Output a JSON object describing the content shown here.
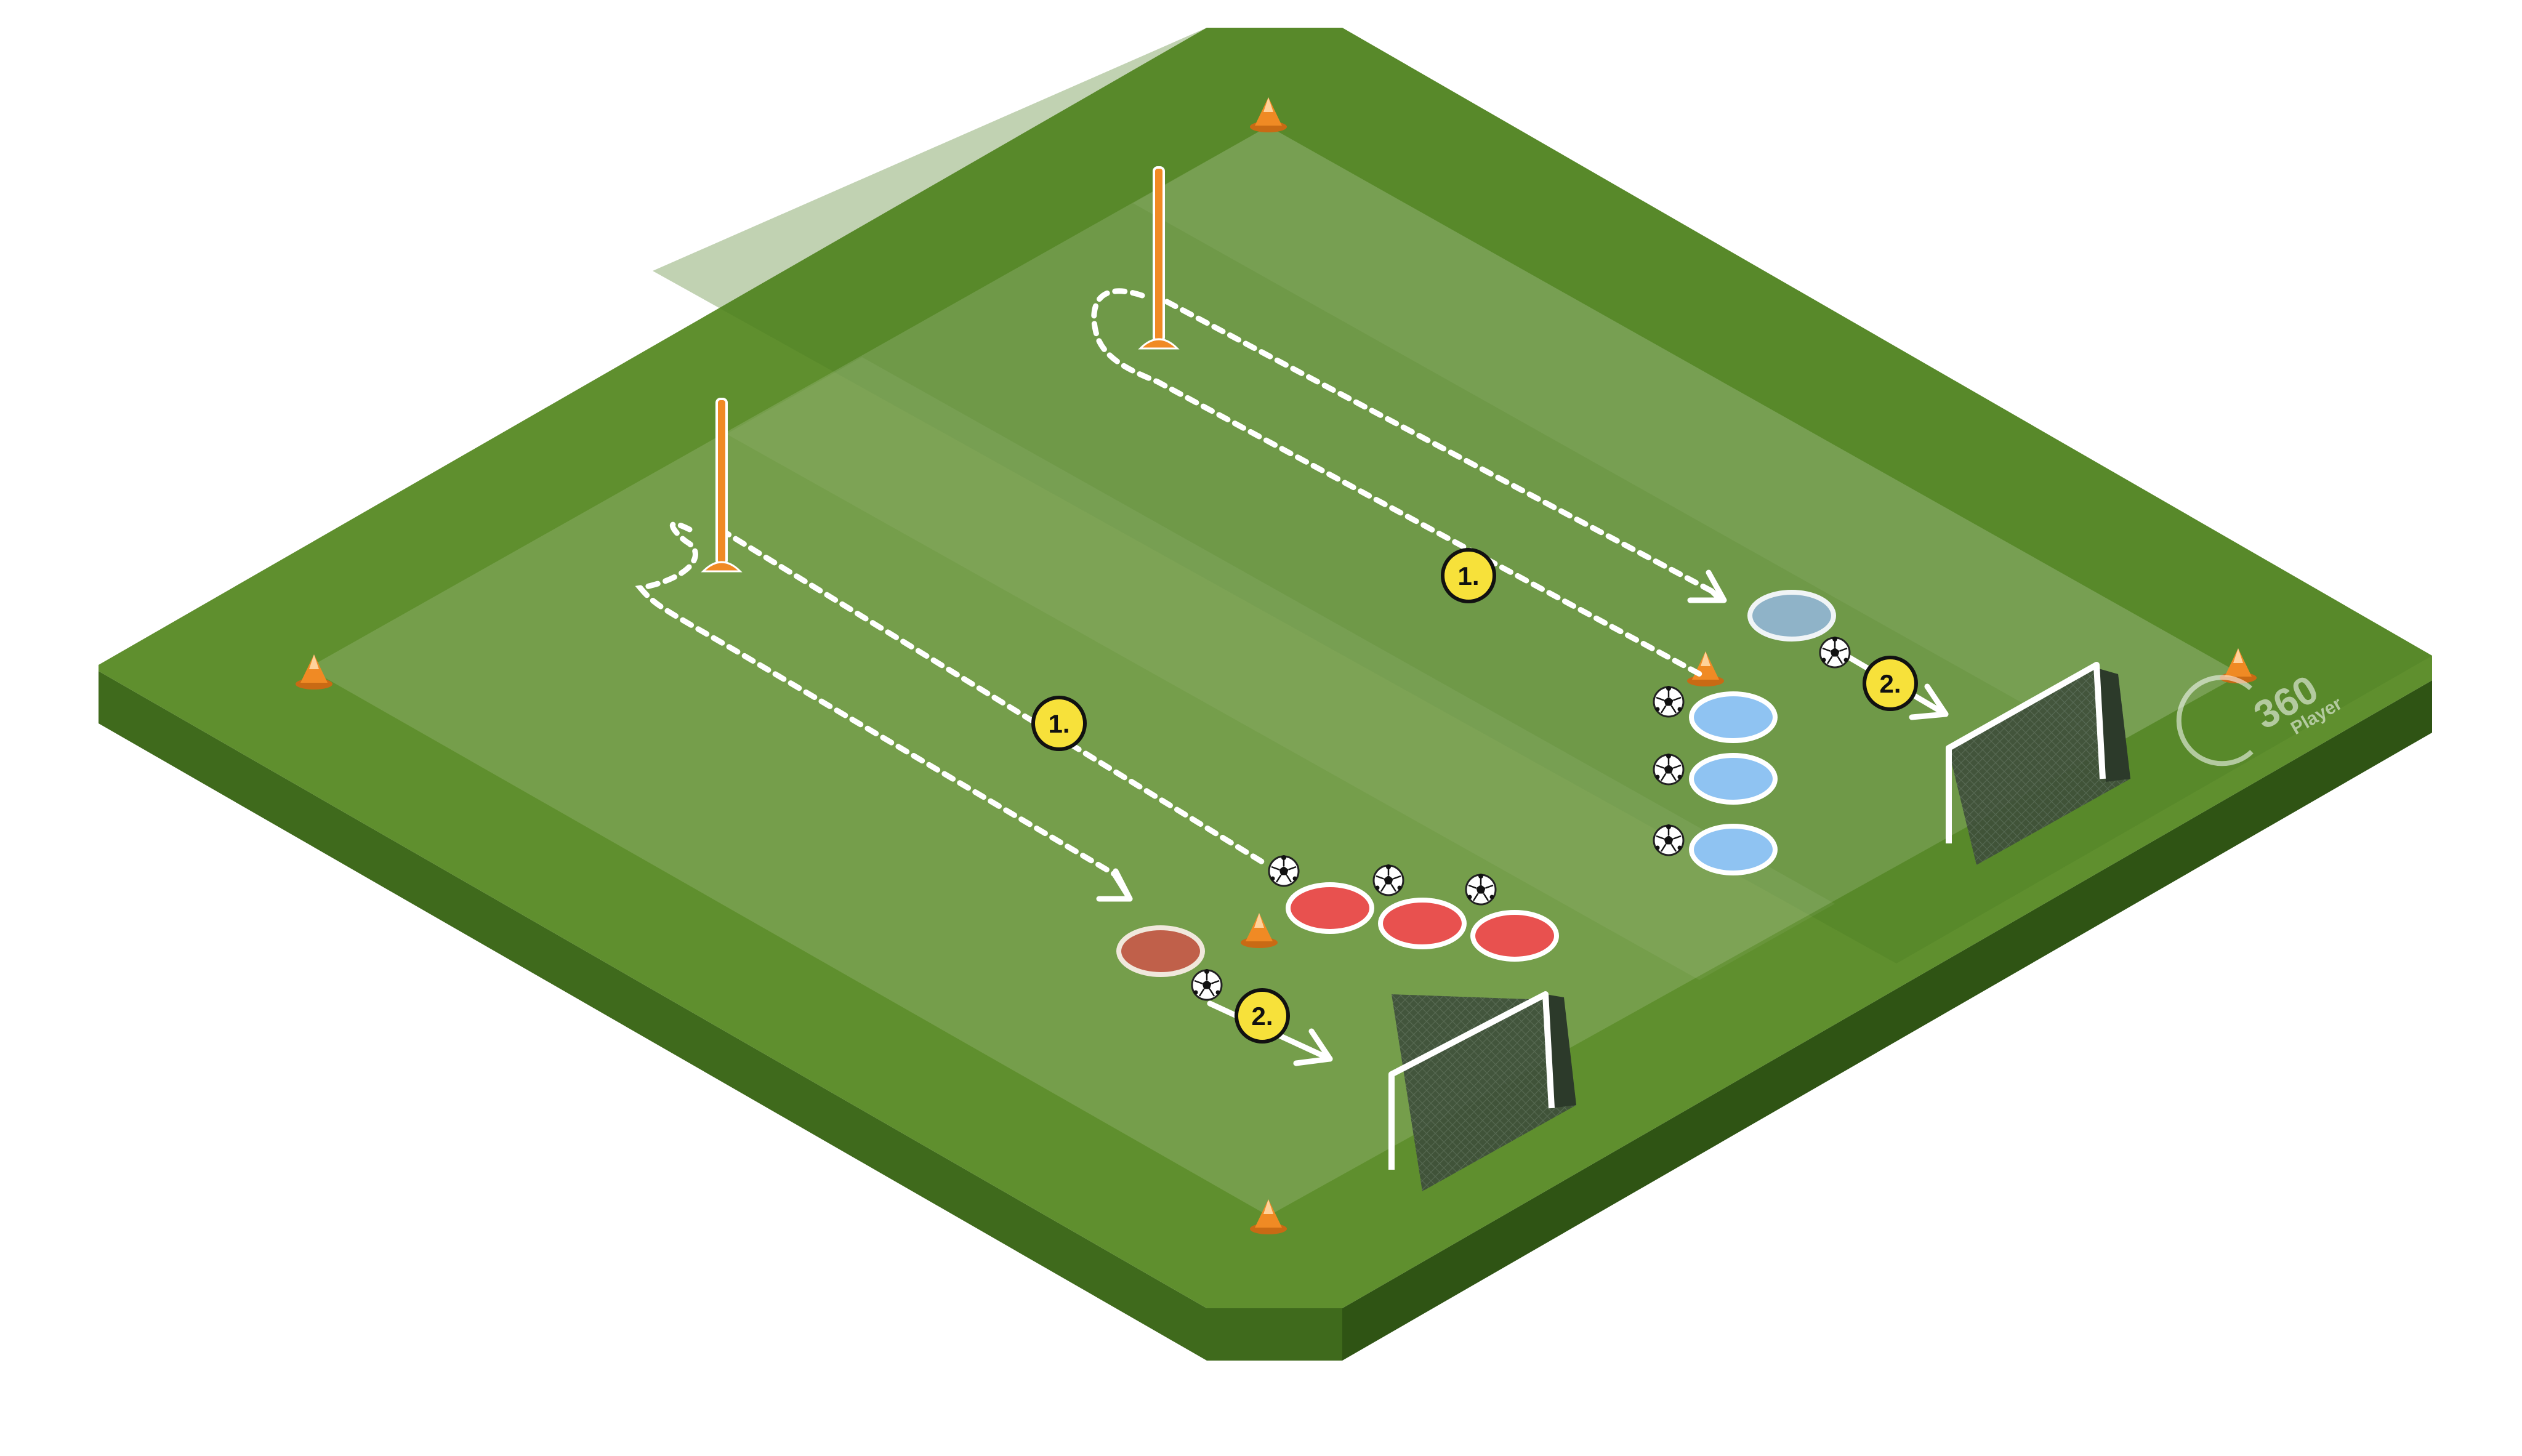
{
  "colors": {
    "pitch_top": "#5f8f2e",
    "pitch_top_light": "#6f9d3c",
    "pitch_side_left": "#3f6a1c",
    "pitch_side_right": "#2f5414",
    "playing_area": "#ffffff",
    "cone": "#f08a24",
    "pole": "#f08a24",
    "red_player": "#e8514f",
    "red_active": "#c0604a",
    "blue_player": "#8fc3f2",
    "blue_active": "#8fb3c8",
    "path": "#ffffff",
    "marker_fill": "#f7e13a",
    "goal_frame": "#ffffff",
    "goal_net": "#3a4a3a"
  },
  "steps": {
    "left_step_1": "1.",
    "left_step_2": "2.",
    "right_step_1": "1.",
    "right_step_2": "2."
  },
  "logo": {
    "number": "360",
    "word": "Player"
  },
  "icons": [
    "cone-icon",
    "pole-icon",
    "ball-icon",
    "goal-icon",
    "player-disc-icon",
    "arrow-icon"
  ]
}
